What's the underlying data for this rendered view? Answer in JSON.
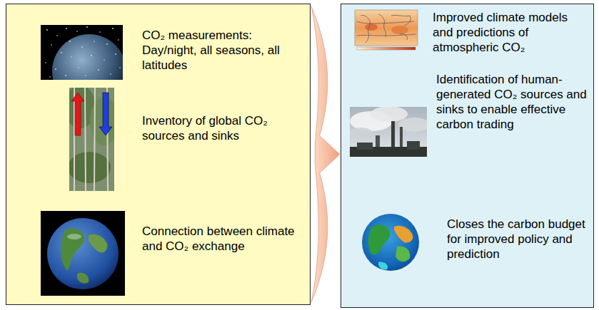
{
  "diagram": {
    "nodes": [
      {
        "text": [
          "CO₂ measurements: Day/night, all seasons, all latitudes",
          "Inventory of global CO₂ sources and sinks",
          "Connection between climate and CO₂ exchange"
        ]
      },
      {
        "text": [
          "Improved climate models and predictions of atmospheric CO₂",
          "Identification of human-generated CO₂ sources and sinks to enable effective carbon trading",
          "Closes the carbon budget for improved policy and prediction"
        ]
      }
    ],
    "edges": [
      {
        "from": 0,
        "to": 1,
        "arrow": "to"
      }
    ]
  }
}
